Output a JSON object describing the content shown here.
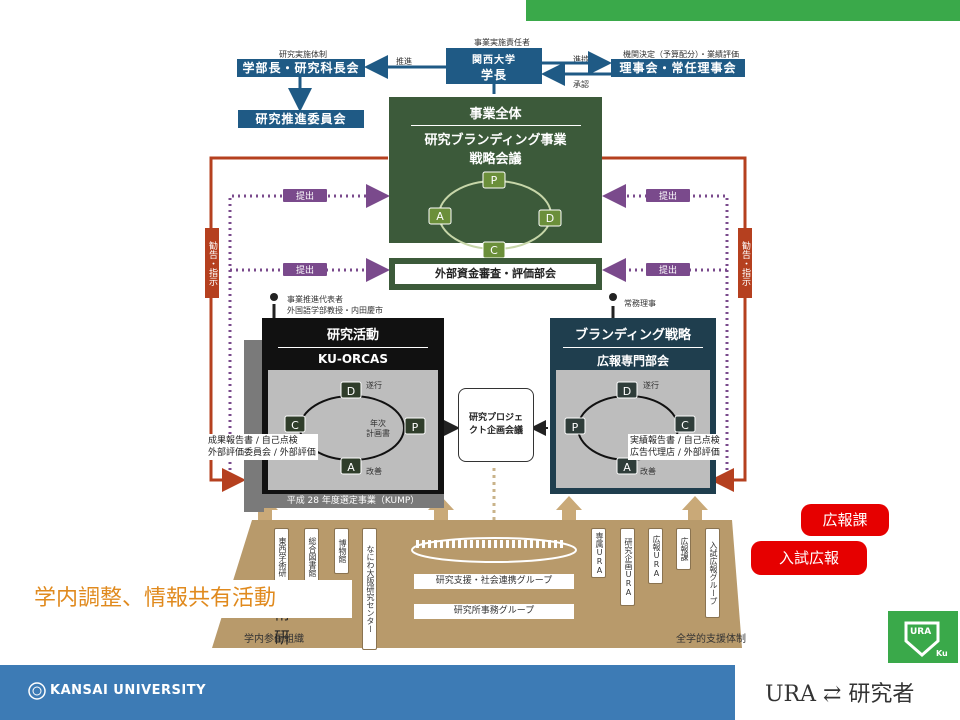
{
  "top": {
    "exec_caption": "事業実施責任者",
    "university": "関西大学",
    "president": "学長",
    "research_caption": "研究実施体制",
    "deans_council": "学部長・研究科長会議",
    "promote_label": "推進",
    "promotion_committee": "研究推進委員会",
    "governance_caption": "機関決定（予算配分）・業績評価",
    "board": "理事会・常任理事会",
    "progress_label": "進捗",
    "approval_label": "承認"
  },
  "strategy": {
    "header": "事業全体",
    "title_line1": "研究ブランディング事業",
    "title_line2": "戦略会議",
    "cycle": {
      "p": "P",
      "d": "D",
      "c": "C",
      "a": "A"
    },
    "evaluation": "外部資金審査・評価部会",
    "submit_label": "提出",
    "recommend_label": "勧告・指示"
  },
  "research": {
    "rep_caption_line1": "事業推進代表者",
    "rep_caption_line2": "外国語学部教授・内田慶市",
    "title": "研究活動",
    "subtitle": "KU-ORCAS",
    "execute_label": "遂行",
    "plan_label_line1": "年次",
    "plan_label_line2": "計画書",
    "improve_label": "改善",
    "report_line1": "成果報告書 / 自己点検",
    "report_line2": "外部評価委員会 / 外部評価",
    "kump": "平成 28 年度選定事業（KUMP）",
    "cycle": {
      "p": "P",
      "d": "D",
      "c": "C",
      "a": "A"
    }
  },
  "center": {
    "project_meeting": "研究プロジェクト企画会議"
  },
  "branding": {
    "director_caption": "常務理事",
    "title": "ブランディング戦略",
    "subtitle": "広報専門部会",
    "execute_label": "遂行",
    "improve_label": "改善",
    "report_line1": "実績報告書 / 自己点検",
    "report_line2": "広告代理店 / 外部評価",
    "cycle": {
      "p": "P",
      "d": "D",
      "c": "C",
      "a": "A"
    }
  },
  "base": {
    "left_orgs": [
      "東西学術研",
      "総合図書館",
      "博物館",
      "なにわ大阪研究センター"
    ],
    "right_orgs": [
      "専属URA",
      "研究企画URA",
      "広報URA",
      "広報課",
      "入試広報グループ"
    ],
    "group1": "研究支援・社会連携グループ",
    "group2": "研究所事務グループ",
    "left_footer": "学内参画組織",
    "right_footer": "全学的支援体制"
  },
  "callouts": {
    "pr_section": "広報課",
    "admissions_pr": "入試広報",
    "internal_coordination": "学内調整、情報共有活動"
  },
  "footer": {
    "university_name": "KANSAI UNIVERSITY",
    "ura_researcher": "URA ⇄ 研究者",
    "logo_text": "URA",
    "logo_sub": "Ku"
  },
  "colors": {
    "accent_green": "#3aa94a",
    "footer_blue": "#3d7bb5",
    "strategy_green": "#3c5a3a",
    "box_blue": "#1f5a85",
    "base_tan": "#b89a6b",
    "recommend_red": "#b5401f",
    "submit_purple": "#7a4a8c",
    "callout_red": "#e60000",
    "callout_orange": "#e08a1e"
  }
}
